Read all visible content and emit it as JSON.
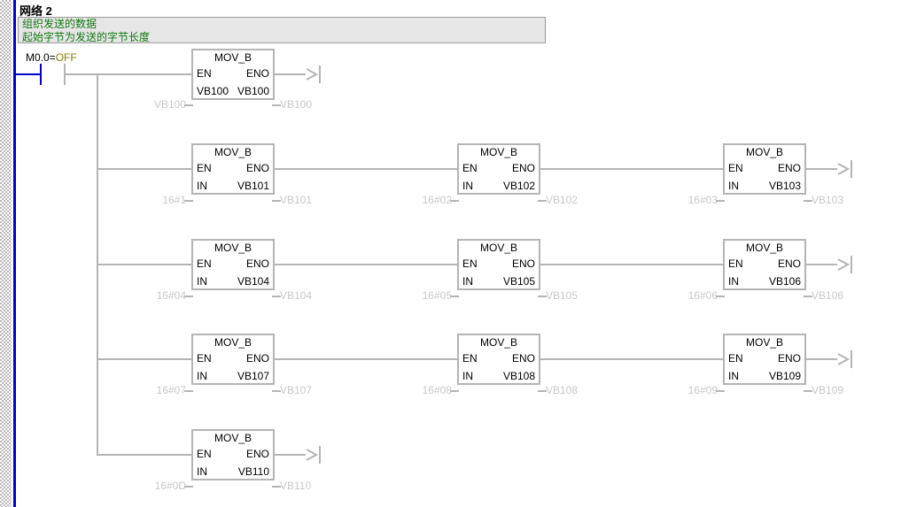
{
  "network": {
    "title": "网络 2",
    "comment_line1": "组织发送的数据",
    "comment_line2": "起始字节为发送的字节长度"
  },
  "contact": {
    "address": "M0.0=",
    "state": "OFF",
    "icon": "normally-open-contact-icon"
  },
  "colors": {
    "rail": "#0000cc",
    "wire": "#b4b4b4",
    "operand_dim": "#c8c8c8",
    "comment_text": "#117711",
    "comment_bg": "#e6e6e6",
    "state_text": "#808000"
  },
  "block_labels": {
    "title": "MOV_B",
    "en": "EN",
    "eno": "ENO",
    "in": "IN"
  },
  "rungs": [
    {
      "index": 0,
      "blocks": [
        {
          "title": "MOV_B",
          "en": "EN",
          "eno": "ENO",
          "in_pin": "VB100",
          "out_pin": "VB100",
          "in_operand": "VB100",
          "out_operand": "VB100"
        }
      ]
    },
    {
      "index": 1,
      "blocks": [
        {
          "title": "MOV_B",
          "en": "EN",
          "eno": "ENO",
          "in_pin": "IN",
          "out_pin": "VB101",
          "in_operand": "16#1",
          "out_operand": "VB101"
        },
        {
          "title": "MOV_B",
          "en": "EN",
          "eno": "ENO",
          "in_pin": "IN",
          "out_pin": "VB102",
          "in_operand": "16#02",
          "out_operand": "VB102"
        },
        {
          "title": "MOV_B",
          "en": "EN",
          "eno": "ENO",
          "in_pin": "IN",
          "out_pin": "VB103",
          "in_operand": "16#03",
          "out_operand": "VB103"
        }
      ]
    },
    {
      "index": 2,
      "blocks": [
        {
          "title": "MOV_B",
          "en": "EN",
          "eno": "ENO",
          "in_pin": "IN",
          "out_pin": "VB104",
          "in_operand": "16#04",
          "out_operand": "VB104"
        },
        {
          "title": "MOV_B",
          "en": "EN",
          "eno": "ENO",
          "in_pin": "IN",
          "out_pin": "VB105",
          "in_operand": "16#05",
          "out_operand": "VB105"
        },
        {
          "title": "MOV_B",
          "en": "EN",
          "eno": "ENO",
          "in_pin": "IN",
          "out_pin": "VB106",
          "in_operand": "16#06",
          "out_operand": "VB106"
        }
      ]
    },
    {
      "index": 3,
      "blocks": [
        {
          "title": "MOV_B",
          "en": "EN",
          "eno": "ENO",
          "in_pin": "IN",
          "out_pin": "VB107",
          "in_operand": "16#07",
          "out_operand": "VB107"
        },
        {
          "title": "MOV_B",
          "en": "EN",
          "eno": "ENO",
          "in_pin": "IN",
          "out_pin": "VB108",
          "in_operand": "16#08",
          "out_operand": "VB108"
        },
        {
          "title": "MOV_B",
          "en": "EN",
          "eno": "ENO",
          "in_pin": "IN",
          "out_pin": "VB109",
          "in_operand": "16#09",
          "out_operand": "VB109"
        }
      ]
    },
    {
      "index": 4,
      "blocks": [
        {
          "title": "MOV_B",
          "en": "EN",
          "eno": "ENO",
          "in_pin": "IN",
          "out_pin": "VB110",
          "in_operand": "16#0D",
          "out_operand": "VB110"
        }
      ]
    }
  ]
}
